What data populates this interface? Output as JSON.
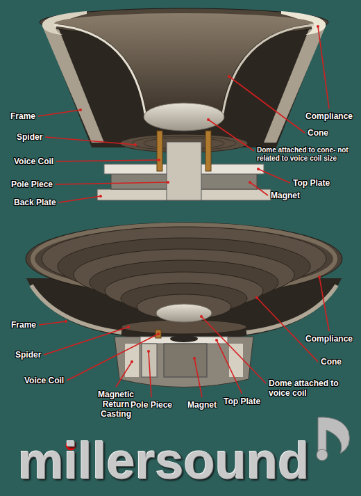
{
  "diagram": {
    "labels": [
      "Frame",
      "Compliance",
      "Cone",
      "Spider",
      "Voice Coil",
      "Dome attached to cone- not related to voice coil size",
      "Top Plate",
      "Pole Piece",
      "Magnet",
      "Back Plate",
      "Frame",
      "Compliance",
      "Spider",
      "Cone",
      "Voice Coil",
      "Dome attached to voice coil",
      "Magnetic Return Casting",
      "Pole Piece",
      "Magnet",
      "Top Plate",
      "millersound"
    ]
  }
}
